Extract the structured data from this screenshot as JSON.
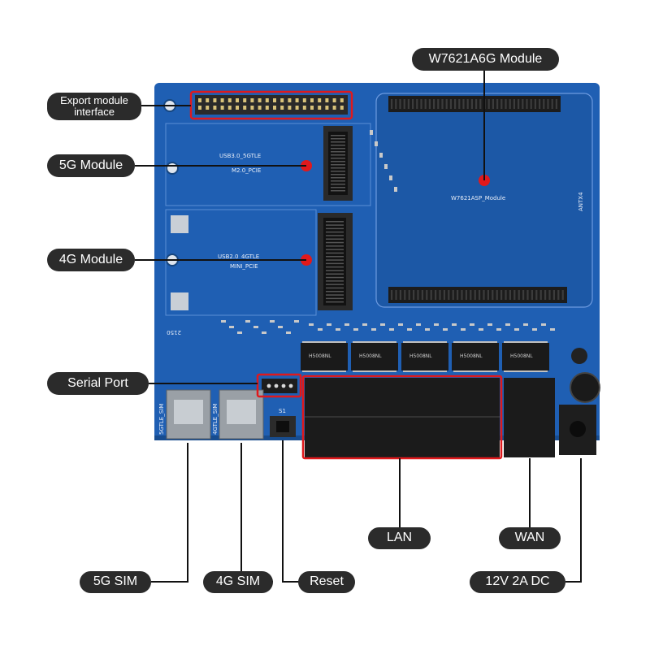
{
  "labels": {
    "export_module": "Export module interface",
    "w7621a6g_module": "W7621A6G Module",
    "module_5g": "5G Module",
    "module_4g": "4G Module",
    "serial_port": "Serial Port",
    "sim_5g": "5G SIM",
    "sim_4g": "4G SIM",
    "reset": "Reset",
    "lan": "LAN",
    "wan": "WAN",
    "power": "12V 2A DC"
  },
  "silkscreen": {
    "usb3_5gtle": "USB3.0_5GTLE",
    "m2_pcie": "M2.0_PCIE",
    "usb2_4gtle": "USB2.0_4GTLE",
    "mini_pcie": "MINI_PCIE",
    "w7621asp_module": "W7621ASP_Module",
    "antx4": "ANTX4",
    "sim_5gtle": "5GTLE_SIM",
    "sim_4gtle": "4GTLE_SIM",
    "s1": "S1",
    "board_mark": "2150",
    "magnetics": "H5008NL"
  },
  "colors": {
    "pcb": "#1f5fb3",
    "pcb_dark": "#18519c",
    "highlight": "#e0191c",
    "pill": "#2b2b2b",
    "connector": "#1c1c1c"
  }
}
